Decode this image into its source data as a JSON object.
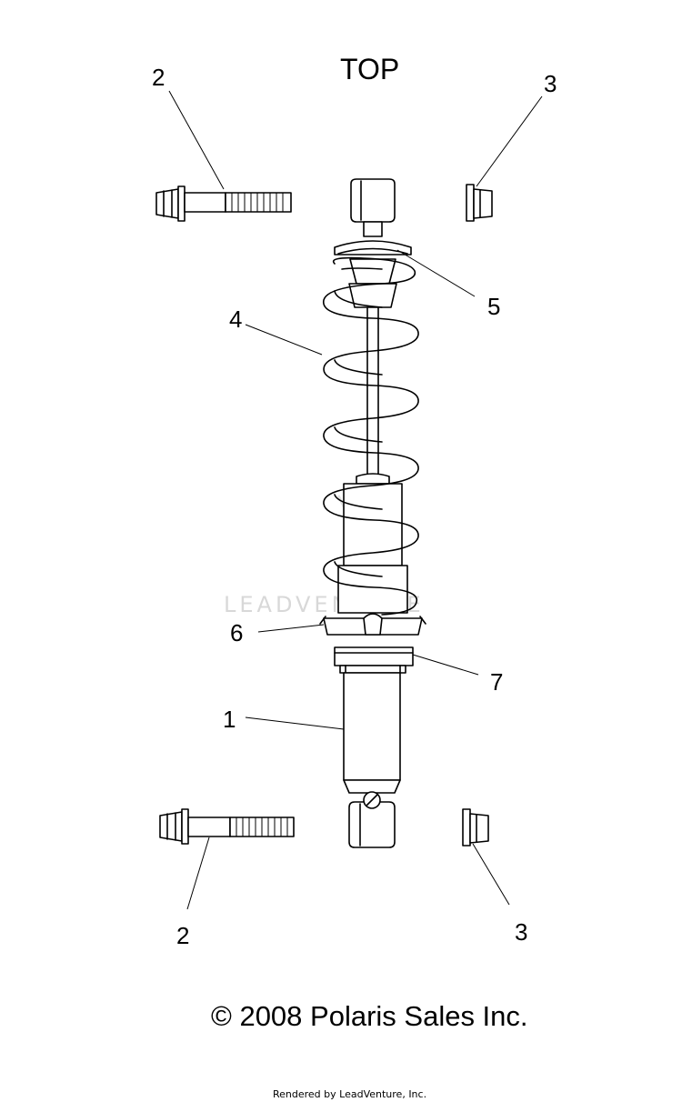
{
  "diagram": {
    "top_label": "TOP",
    "callouts": {
      "shock": "1",
      "bolt_top": "2",
      "bolt_bottom": "2",
      "nut_top": "3",
      "nut_bottom": "3",
      "spring": "4",
      "spring_retainer": "5",
      "spring_clip": "6",
      "adjuster_ring": "7"
    },
    "watermark": "LEADVENTURE",
    "copyright": "© 2008 Polaris Sales Inc.",
    "footer": "Rendered by LeadVenture, Inc."
  }
}
